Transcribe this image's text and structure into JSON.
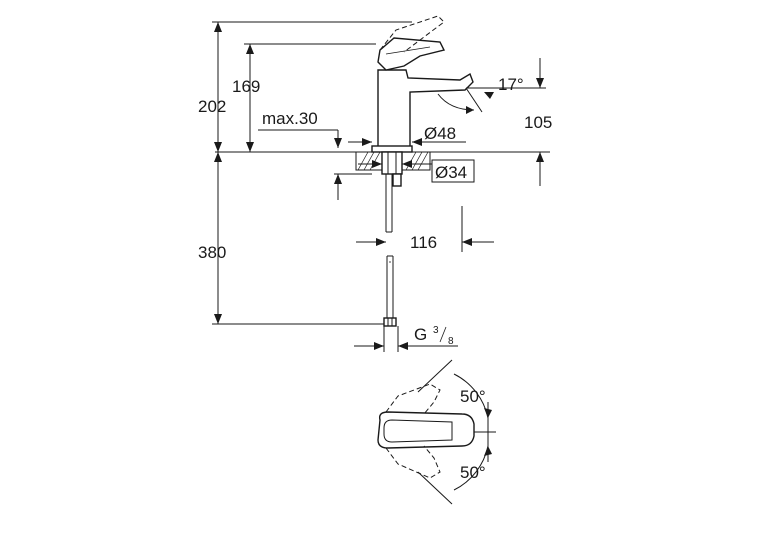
{
  "dimensions": {
    "total_height": "202",
    "spout_height": "169",
    "max_deck_thickness": "max.30",
    "base_diameter": "Ø48",
    "hole_diameter": "Ø34",
    "spout_clearance": "105",
    "spout_angle": "17°",
    "hose_length": "380",
    "spout_reach": "116",
    "connection_thread_prefix": "G",
    "connection_thread_num": "3",
    "connection_thread_den": "8",
    "lever_angle_upper": "50°",
    "lever_angle_lower": "50°"
  },
  "colors": {
    "ink": "#1a1a1a",
    "background": "#ffffff"
  }
}
